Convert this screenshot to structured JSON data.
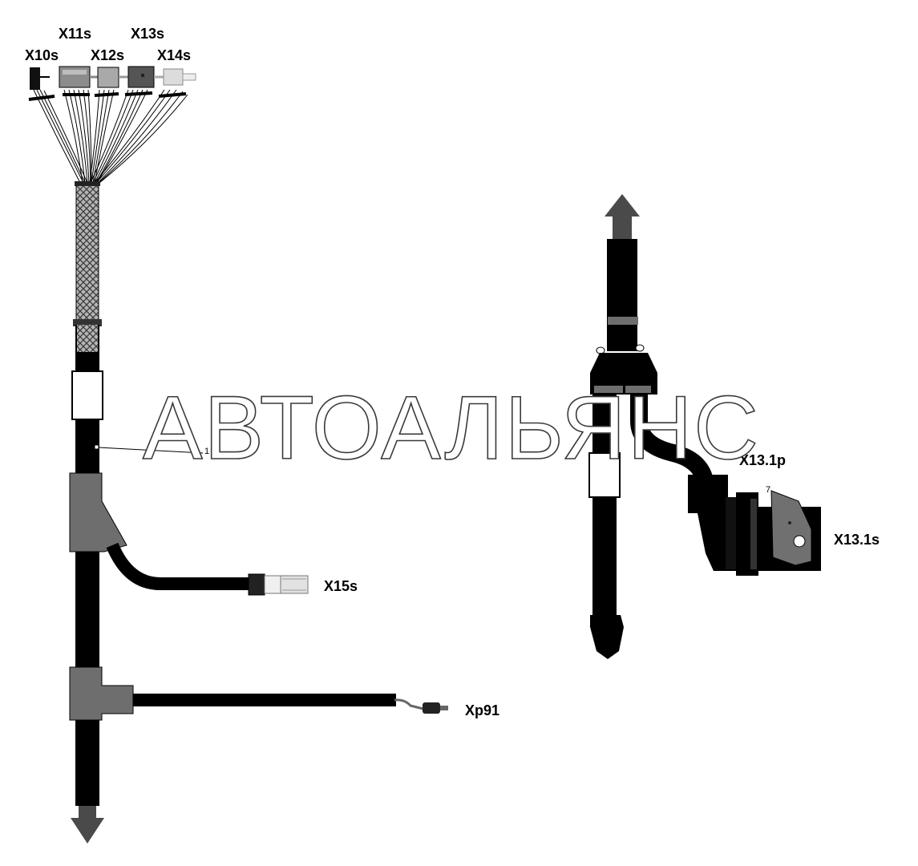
{
  "watermark": "АВТОАЛЬЯНС",
  "left_harness": {
    "top_connectors": [
      "X10s",
      "X11s",
      "X12s",
      "X13s",
      "X14s"
    ],
    "callout": "1",
    "branch_connector": "X15s",
    "terminal": "Xp91"
  },
  "right_harness": {
    "plug_label": "X13.1p",
    "socket_label": "X13.1s",
    "pin_label": "7"
  },
  "colors": {
    "cable": "#000000",
    "splice_block": "#6e6e6e",
    "sleeve": "#ffffff",
    "braid": "#9a9a9a",
    "arrow": "#4a4a4a"
  }
}
